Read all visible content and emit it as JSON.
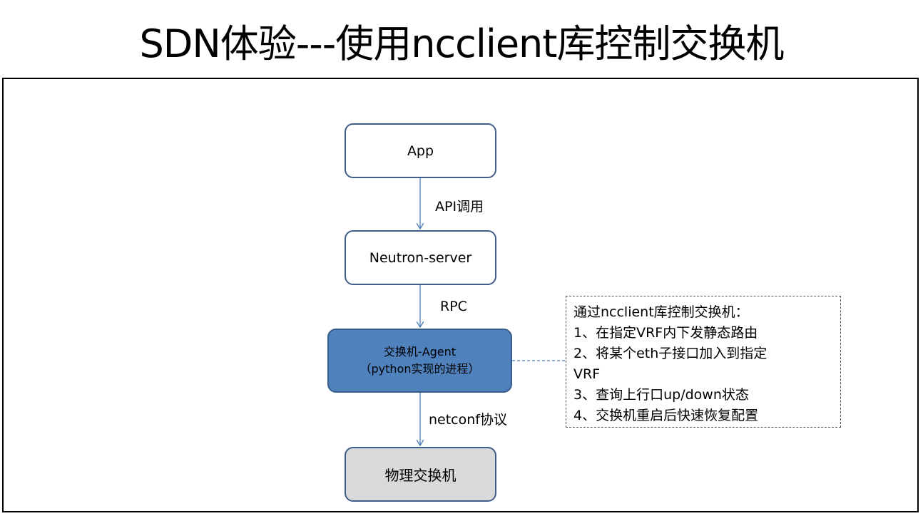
{
  "title": "SDN体验---使用ncclient库控制交换机",
  "nodes": {
    "app": "App",
    "neutron": "Neutron-server",
    "agent_line1": "交换机-Agent",
    "agent_line2": "（python实现的进程）",
    "switch": "物理交换机"
  },
  "edges": {
    "api": "API调用",
    "rpc": "RPC",
    "netconf": "netconf协议"
  },
  "note": {
    "heading": "通过ncclient库控制交换机：",
    "items": [
      "1、在指定VRF内下发静态路由",
      "2、将某个eth子接口加入到指定",
      "VRF",
      "3、查询上行口up/down状态",
      "4、交换机重启后快速恢复配置"
    ]
  },
  "colors": {
    "agent_fill": "#4f81bd",
    "switch_fill": "#d9d9d9",
    "border": "#3f5f8a",
    "connector": "#4a7ebb"
  }
}
